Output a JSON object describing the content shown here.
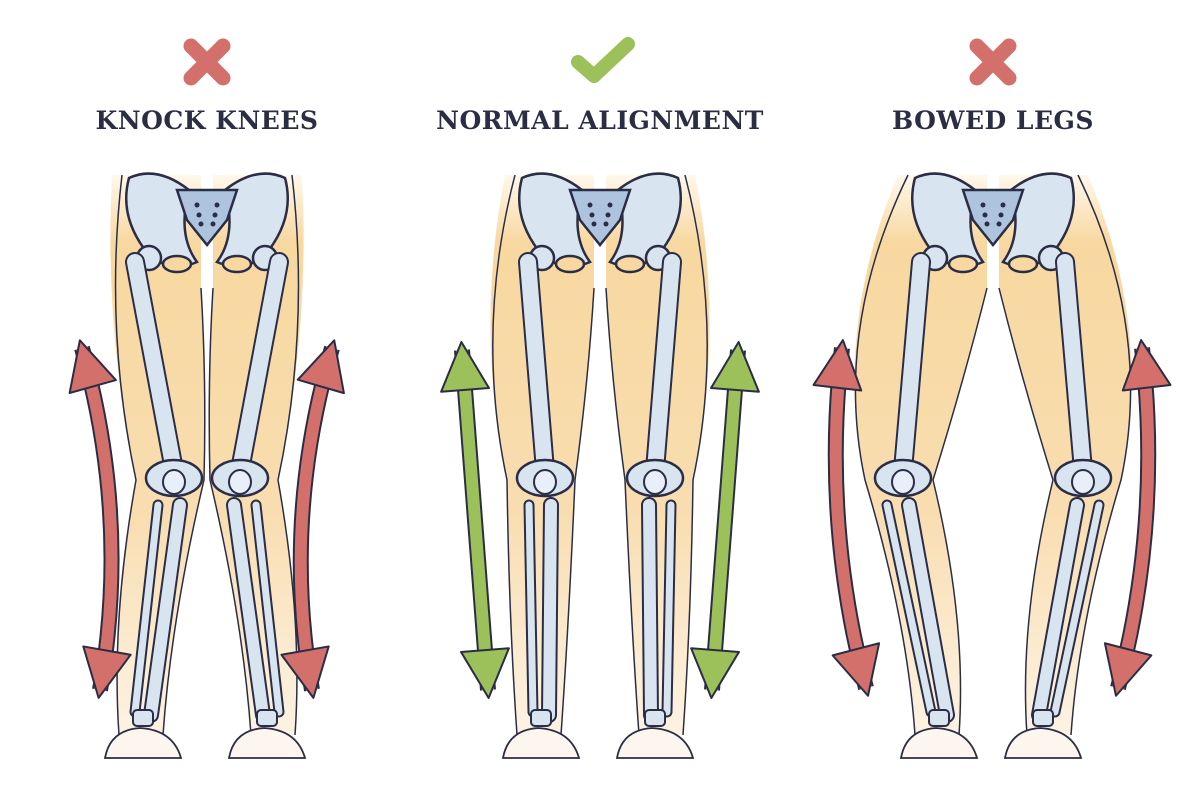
{
  "panels": [
    {
      "title": "KNOCK KNEES",
      "status_icon": "cross-icon",
      "variant": "knock",
      "arrow_color": "#d4706b"
    },
    {
      "title": "NORMAL ALIGNMENT",
      "status_icon": "check-icon",
      "variant": "normal",
      "arrow_color": "#9dc15a"
    },
    {
      "title": "BOWED LEGS",
      "status_icon": "cross-icon",
      "variant": "bowed",
      "arrow_color": "#d4706b"
    }
  ],
  "colors": {
    "outline": "#2b2d45",
    "bad": "#d4706b",
    "good": "#9dc15a",
    "skin": "#f8d8a0",
    "bone": "#d9e4f1",
    "bone_shade": "#aec4de"
  }
}
